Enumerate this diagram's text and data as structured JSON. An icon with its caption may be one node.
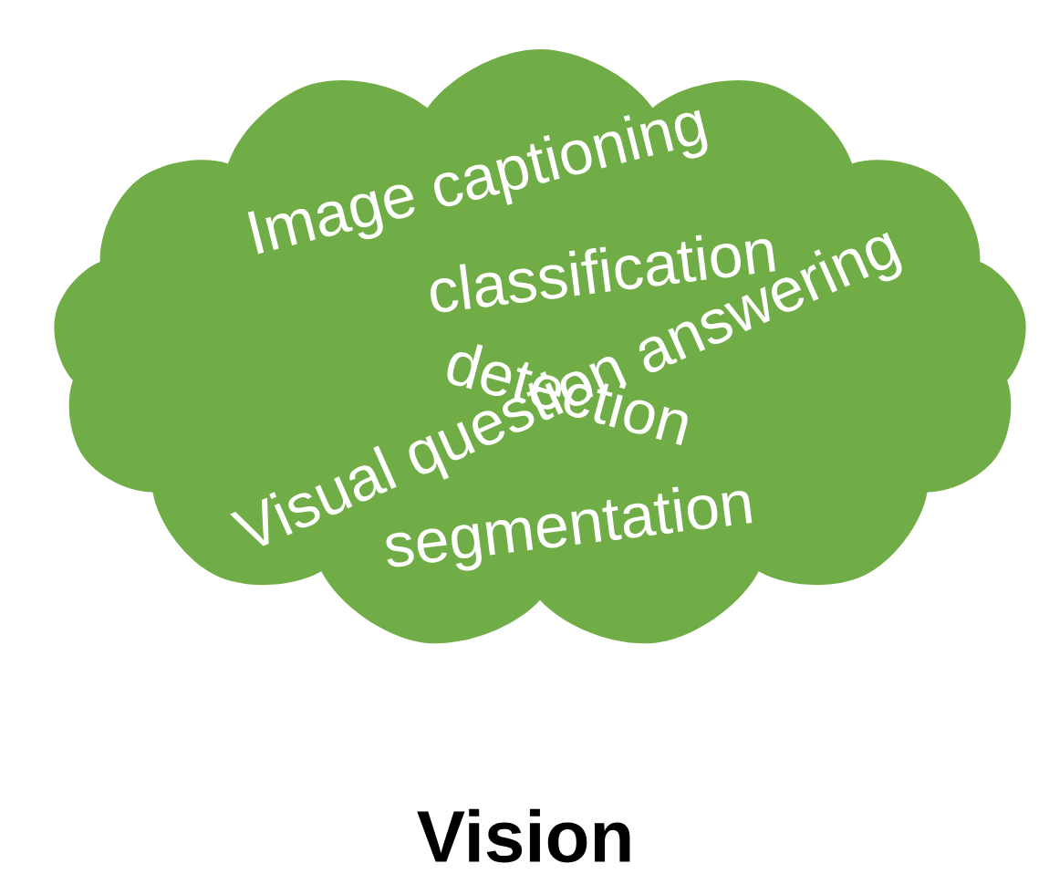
{
  "diagram": {
    "caption": "Vision",
    "nodes": [
      {
        "text": [
          "Image captioning",
          "classification",
          "detection",
          "Visual question answering",
          "segmentation"
        ]
      }
    ]
  }
}
